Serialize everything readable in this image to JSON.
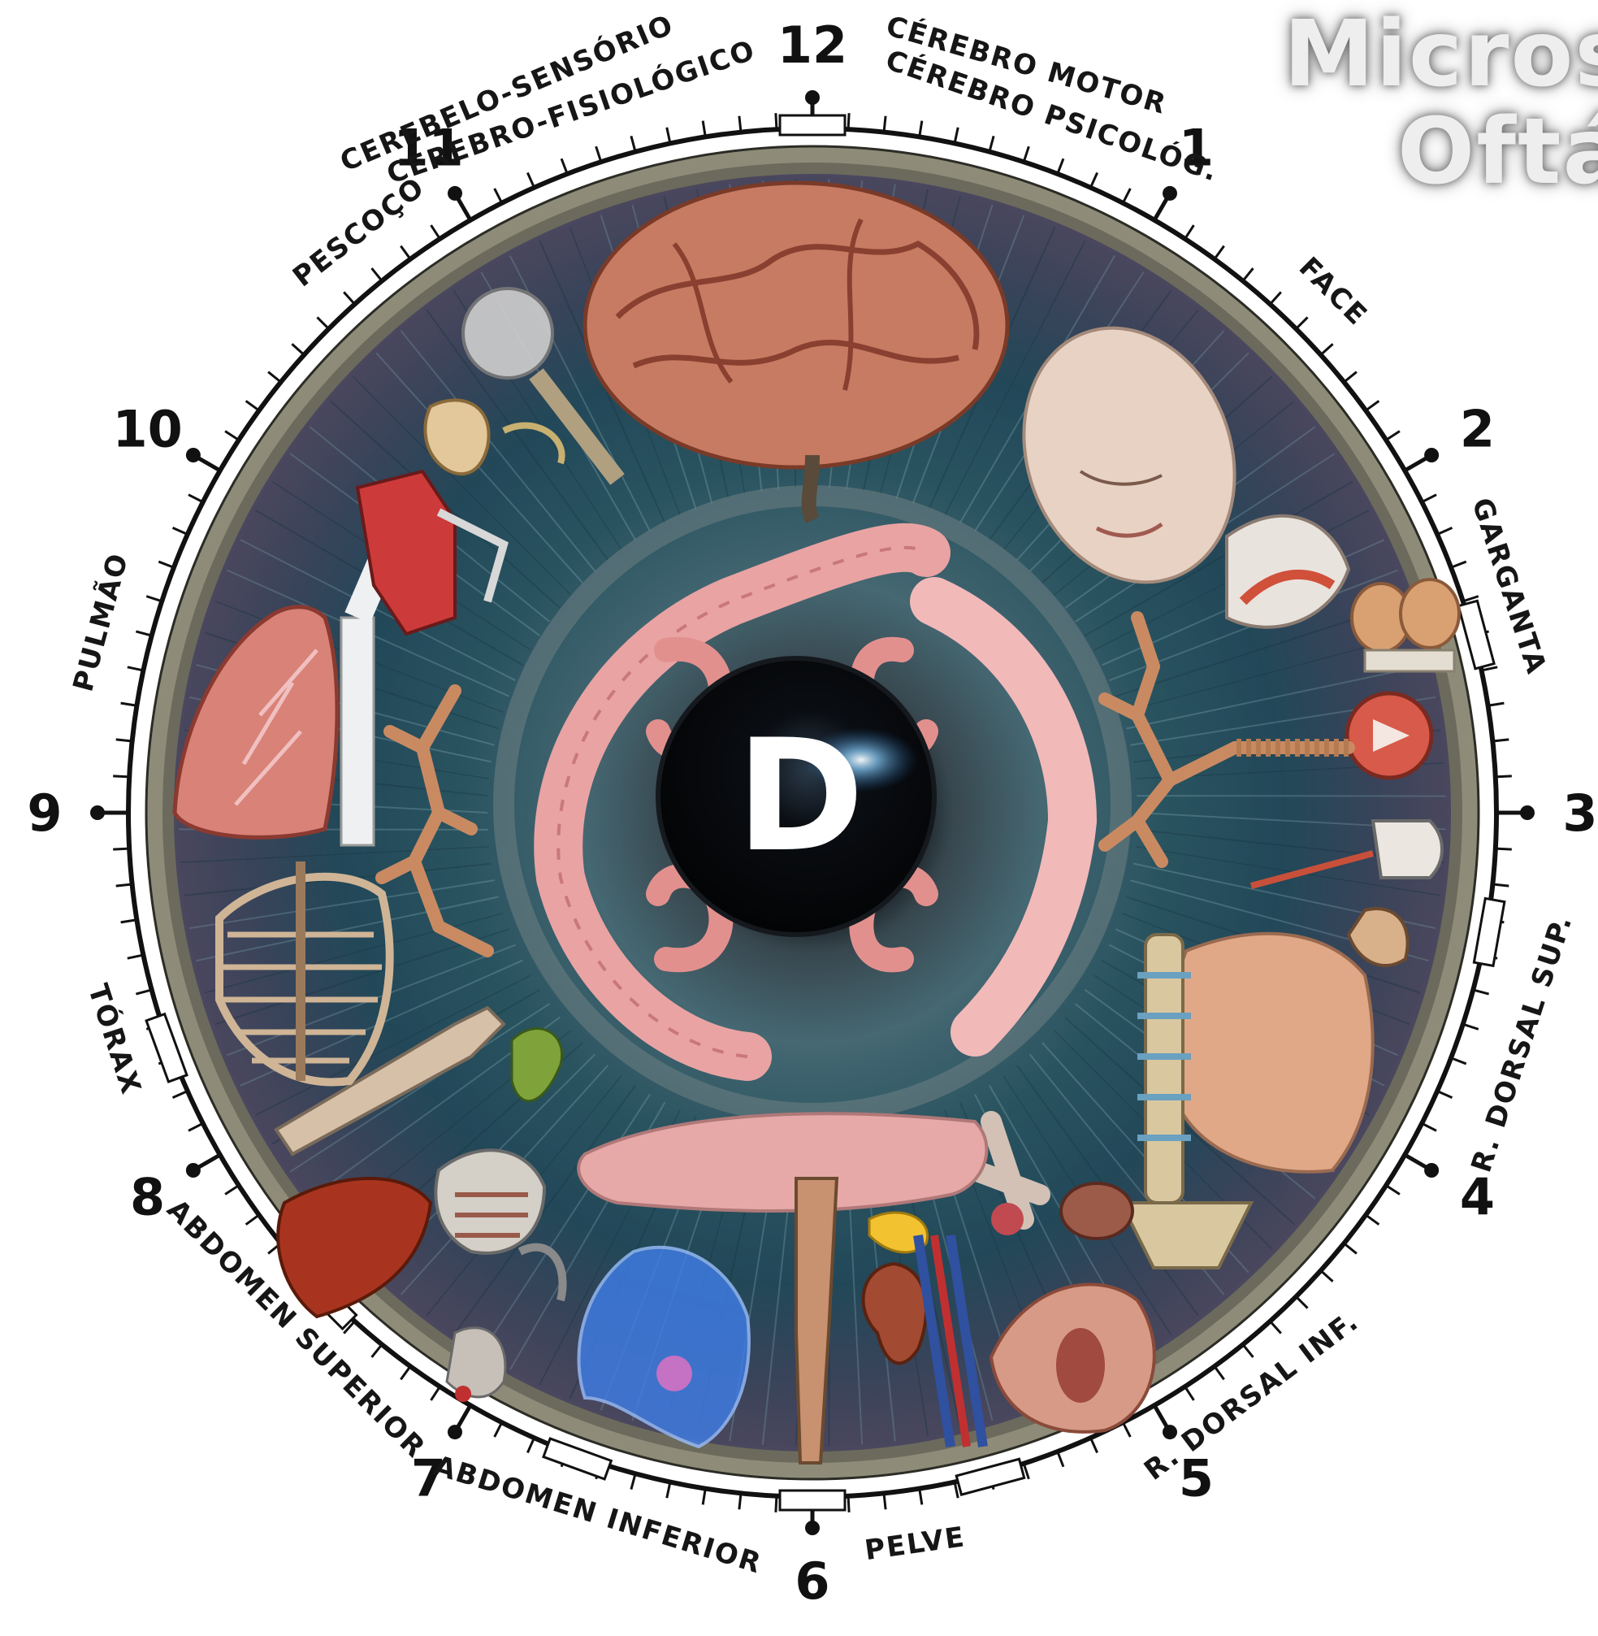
{
  "header": {
    "title_line_1": "Micros",
    "title_line_2": "Oftá"
  },
  "pupil": {
    "letter": "D"
  },
  "clock": {
    "hours": [
      "12",
      "1",
      "2",
      "3",
      "4",
      "5",
      "6",
      "7",
      "8",
      "9",
      "10",
      "11"
    ]
  },
  "zones": [
    {
      "id": "cerebelo-sensorio",
      "label": "CEREBELO-SENSÓRIO"
    },
    {
      "id": "cerebro-fisiologico",
      "label": "CÉREBRO-FISIOLÓGICO"
    },
    {
      "id": "cerebro-motor",
      "label": "CÉREBRO MOTOR"
    },
    {
      "id": "cerebro-psicolog",
      "label": "CÉREBRO PSICOLÓG."
    },
    {
      "id": "face",
      "label": "FACE"
    },
    {
      "id": "garganta",
      "label": "GARGANTA"
    },
    {
      "id": "r-dorsal-sup",
      "label": "R. DORSAL SUP."
    },
    {
      "id": "r-dorsal-inf",
      "label": "R. DORSAL INF."
    },
    {
      "id": "pelve",
      "label": "PELVE"
    },
    {
      "id": "abdomen-inferior",
      "label": "ABDOMEN INFERIOR"
    },
    {
      "id": "abdomen-superior",
      "label": "ABDOMEN SUPERIOR"
    },
    {
      "id": "torax",
      "label": "TÓRAX"
    },
    {
      "id": "pulmao",
      "label": "PULMÃO"
    },
    {
      "id": "pescoco",
      "label": "PESCOÇO"
    }
  ],
  "organs": [
    {
      "id": "brain",
      "icon": "brain-icon",
      "color": "#c77b62"
    },
    {
      "id": "head-face",
      "icon": "head-icon",
      "color": "#e8d2c4"
    },
    {
      "id": "mouth-tongue",
      "icon": "mouth-icon",
      "color": "#e9e3de"
    },
    {
      "id": "thyroid",
      "icon": "thyroid-icon",
      "color": "#d9a072"
    },
    {
      "id": "larynx",
      "icon": "larynx-icon",
      "color": "#d85a4a"
    },
    {
      "id": "bronchi-right",
      "icon": "bronchi-icon",
      "color": "#c98a62"
    },
    {
      "id": "ear-bone",
      "icon": "ear-bone-icon",
      "color": "#ebe6df"
    },
    {
      "id": "shoulder",
      "icon": "shoulder-icon",
      "color": "#d8b08a"
    },
    {
      "id": "back-muscles",
      "icon": "back-icon",
      "color": "#e0a886"
    },
    {
      "id": "spine",
      "icon": "spine-icon",
      "color": "#d9c7a0"
    },
    {
      "id": "bladder",
      "icon": "bladder-icon",
      "color": "#9c5a48"
    },
    {
      "id": "uterus",
      "icon": "uterus-icon",
      "color": "#d79a86"
    },
    {
      "id": "reproductive",
      "icon": "reproductive-icon",
      "color": "#d3c1b5"
    },
    {
      "id": "pancreas",
      "icon": "pancreas-icon",
      "color": "#e7a9a8"
    },
    {
      "id": "adrenal",
      "icon": "adrenal-icon",
      "color": "#f2c230"
    },
    {
      "id": "kidney-vessels",
      "icon": "kidney-icon",
      "color": "#a34a32"
    },
    {
      "id": "leg",
      "icon": "leg-icon",
      "color": "#c8916f"
    },
    {
      "id": "body-xray",
      "icon": "xray-body-icon",
      "color": "#3f7ee8"
    },
    {
      "id": "lower-organs",
      "icon": "organs-icon",
      "color": "#c6c0b8"
    },
    {
      "id": "ribcage-abdomen",
      "icon": "abdomen-ribcage-icon",
      "color": "#d4cfc7"
    },
    {
      "id": "liver",
      "icon": "liver-icon",
      "color": "#a8341f"
    },
    {
      "id": "arm",
      "icon": "arm-icon",
      "color": "#d6c0a8"
    },
    {
      "id": "gallbladder",
      "icon": "gallbladder-icon",
      "color": "#7fa23a"
    },
    {
      "id": "ribcage",
      "icon": "ribcage-icon",
      "color": "#cfb596"
    },
    {
      "id": "lung",
      "icon": "lung-icon",
      "color": "#d98278"
    },
    {
      "id": "trachea",
      "icon": "trachea-icon",
      "color": "#eef0f2"
    },
    {
      "id": "bronchi-left",
      "icon": "bronchi-icon",
      "color": "#c98a62"
    },
    {
      "id": "neck",
      "icon": "neck-icon",
      "color": "#cc3a3a"
    },
    {
      "id": "ear",
      "icon": "ear-icon",
      "color": "#e2c89a"
    },
    {
      "id": "spinal-cord",
      "icon": "spinal-cord-icon",
      "color": "#cfcfcf"
    },
    {
      "id": "colon",
      "icon": "colon-icon",
      "color": "#e9a3a3"
    },
    {
      "id": "stomach",
      "icon": "stomach-icon",
      "color": "#e2908e"
    }
  ],
  "colors": {
    "iris_outer": "#5a5672",
    "iris_mid": "#2e5c6a",
    "iris_inner": "#4a6f7a",
    "collarette": "#6f7f84",
    "pupil": "#050608",
    "bezel": "#8e8c78",
    "ink": "#111111"
  }
}
